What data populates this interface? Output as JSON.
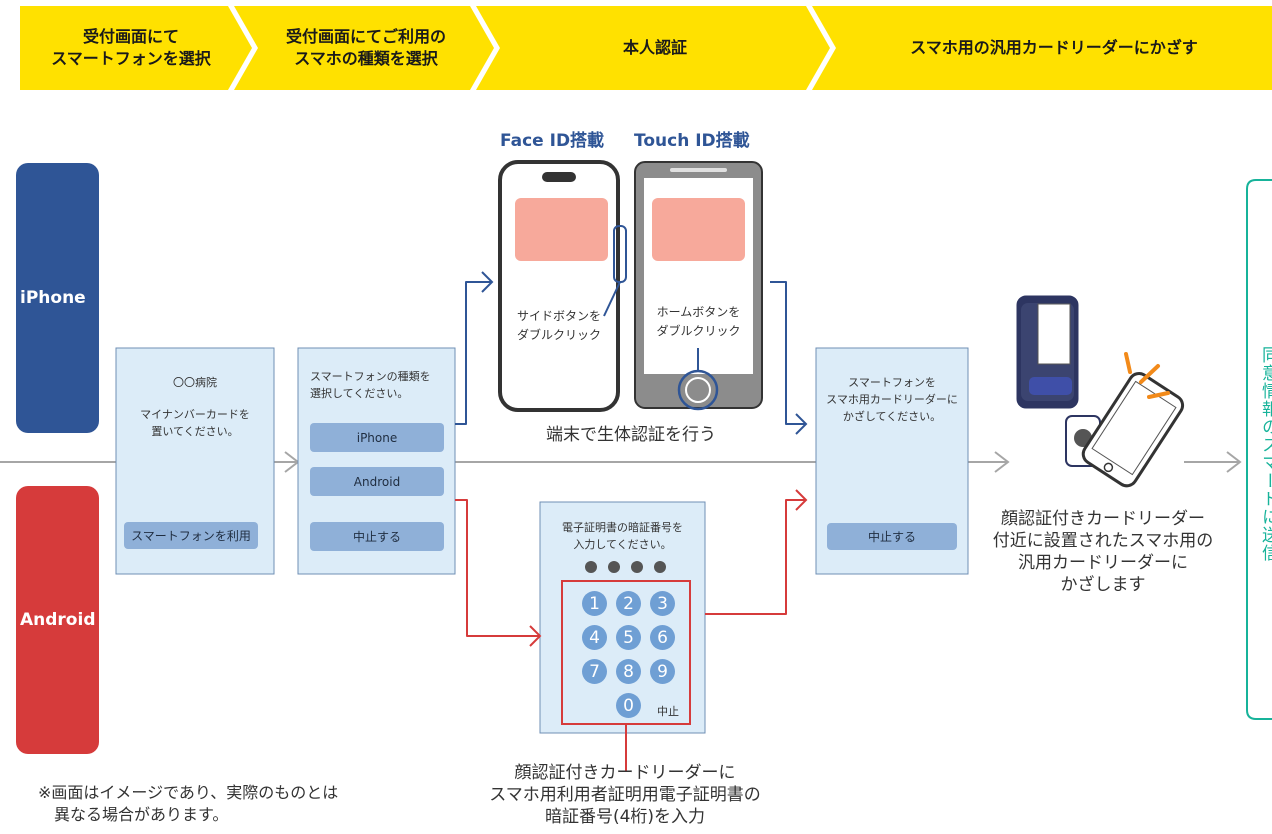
{
  "steps": [
    {
      "label": "受付画面にて\nスマートフォンを選択"
    },
    {
      "label": "受付画面にてご利用の\nスマホの種類を選択"
    },
    {
      "label": "本人認証"
    },
    {
      "label": "スマホ用の汎用カードリーダーにかざす"
    }
  ],
  "lanes": {
    "iphone": "iPhone",
    "android": "Android"
  },
  "screen1": {
    "hospital": "〇〇病院",
    "message": "マイナンバーカードを\n置いてください。",
    "button": "スマートフォンを利用"
  },
  "screen2": {
    "message": "スマートフォンの種類を\n選択してください。",
    "iphone_button": "iPhone",
    "android_button": "Android",
    "cancel_button": "中止する"
  },
  "iphone_auth": {
    "face_id_label": "Face ID搭載",
    "touch_id_label": "Touch ID搭載",
    "side_button_text": "サイドボタンを\nダブルクリック",
    "home_button_text": "ホームボタンを\nダブルクリック",
    "caption": "端末で生体認証を行う"
  },
  "pin_screen": {
    "message": "電子証明書の暗証番号を\n入力してください。",
    "keys": [
      "1",
      "2",
      "3",
      "4",
      "5",
      "6",
      "7",
      "8",
      "9",
      "0"
    ],
    "cancel": "中止",
    "caption": "顔認証付きカードリーダーに\nスマホ用利用者証明用電子証明書の\n暗証番号(4桁)を入力"
  },
  "screen3": {
    "message": "スマートフォンを\nスマホ用カードリーダーに\nかざしてください。",
    "cancel_button": "中止する"
  },
  "reader_caption": "顔認証付きカードリーダー\n付近に設置されたスマホ用の\n汎用カードリーダーに\nかざします",
  "next_step_partial": "同意情報のスマートに送信",
  "footnote": "※画面はイメージであり、実際のものとは\n　異なる場合があります。",
  "colors": {
    "step_yellow": "#ffe100",
    "iphone_blue": "#2f5596",
    "android_red": "#d63b3b",
    "screen_fill": "#dcecf8",
    "arrow_gray": "#a6a6a6",
    "teal": "#17b39a"
  }
}
